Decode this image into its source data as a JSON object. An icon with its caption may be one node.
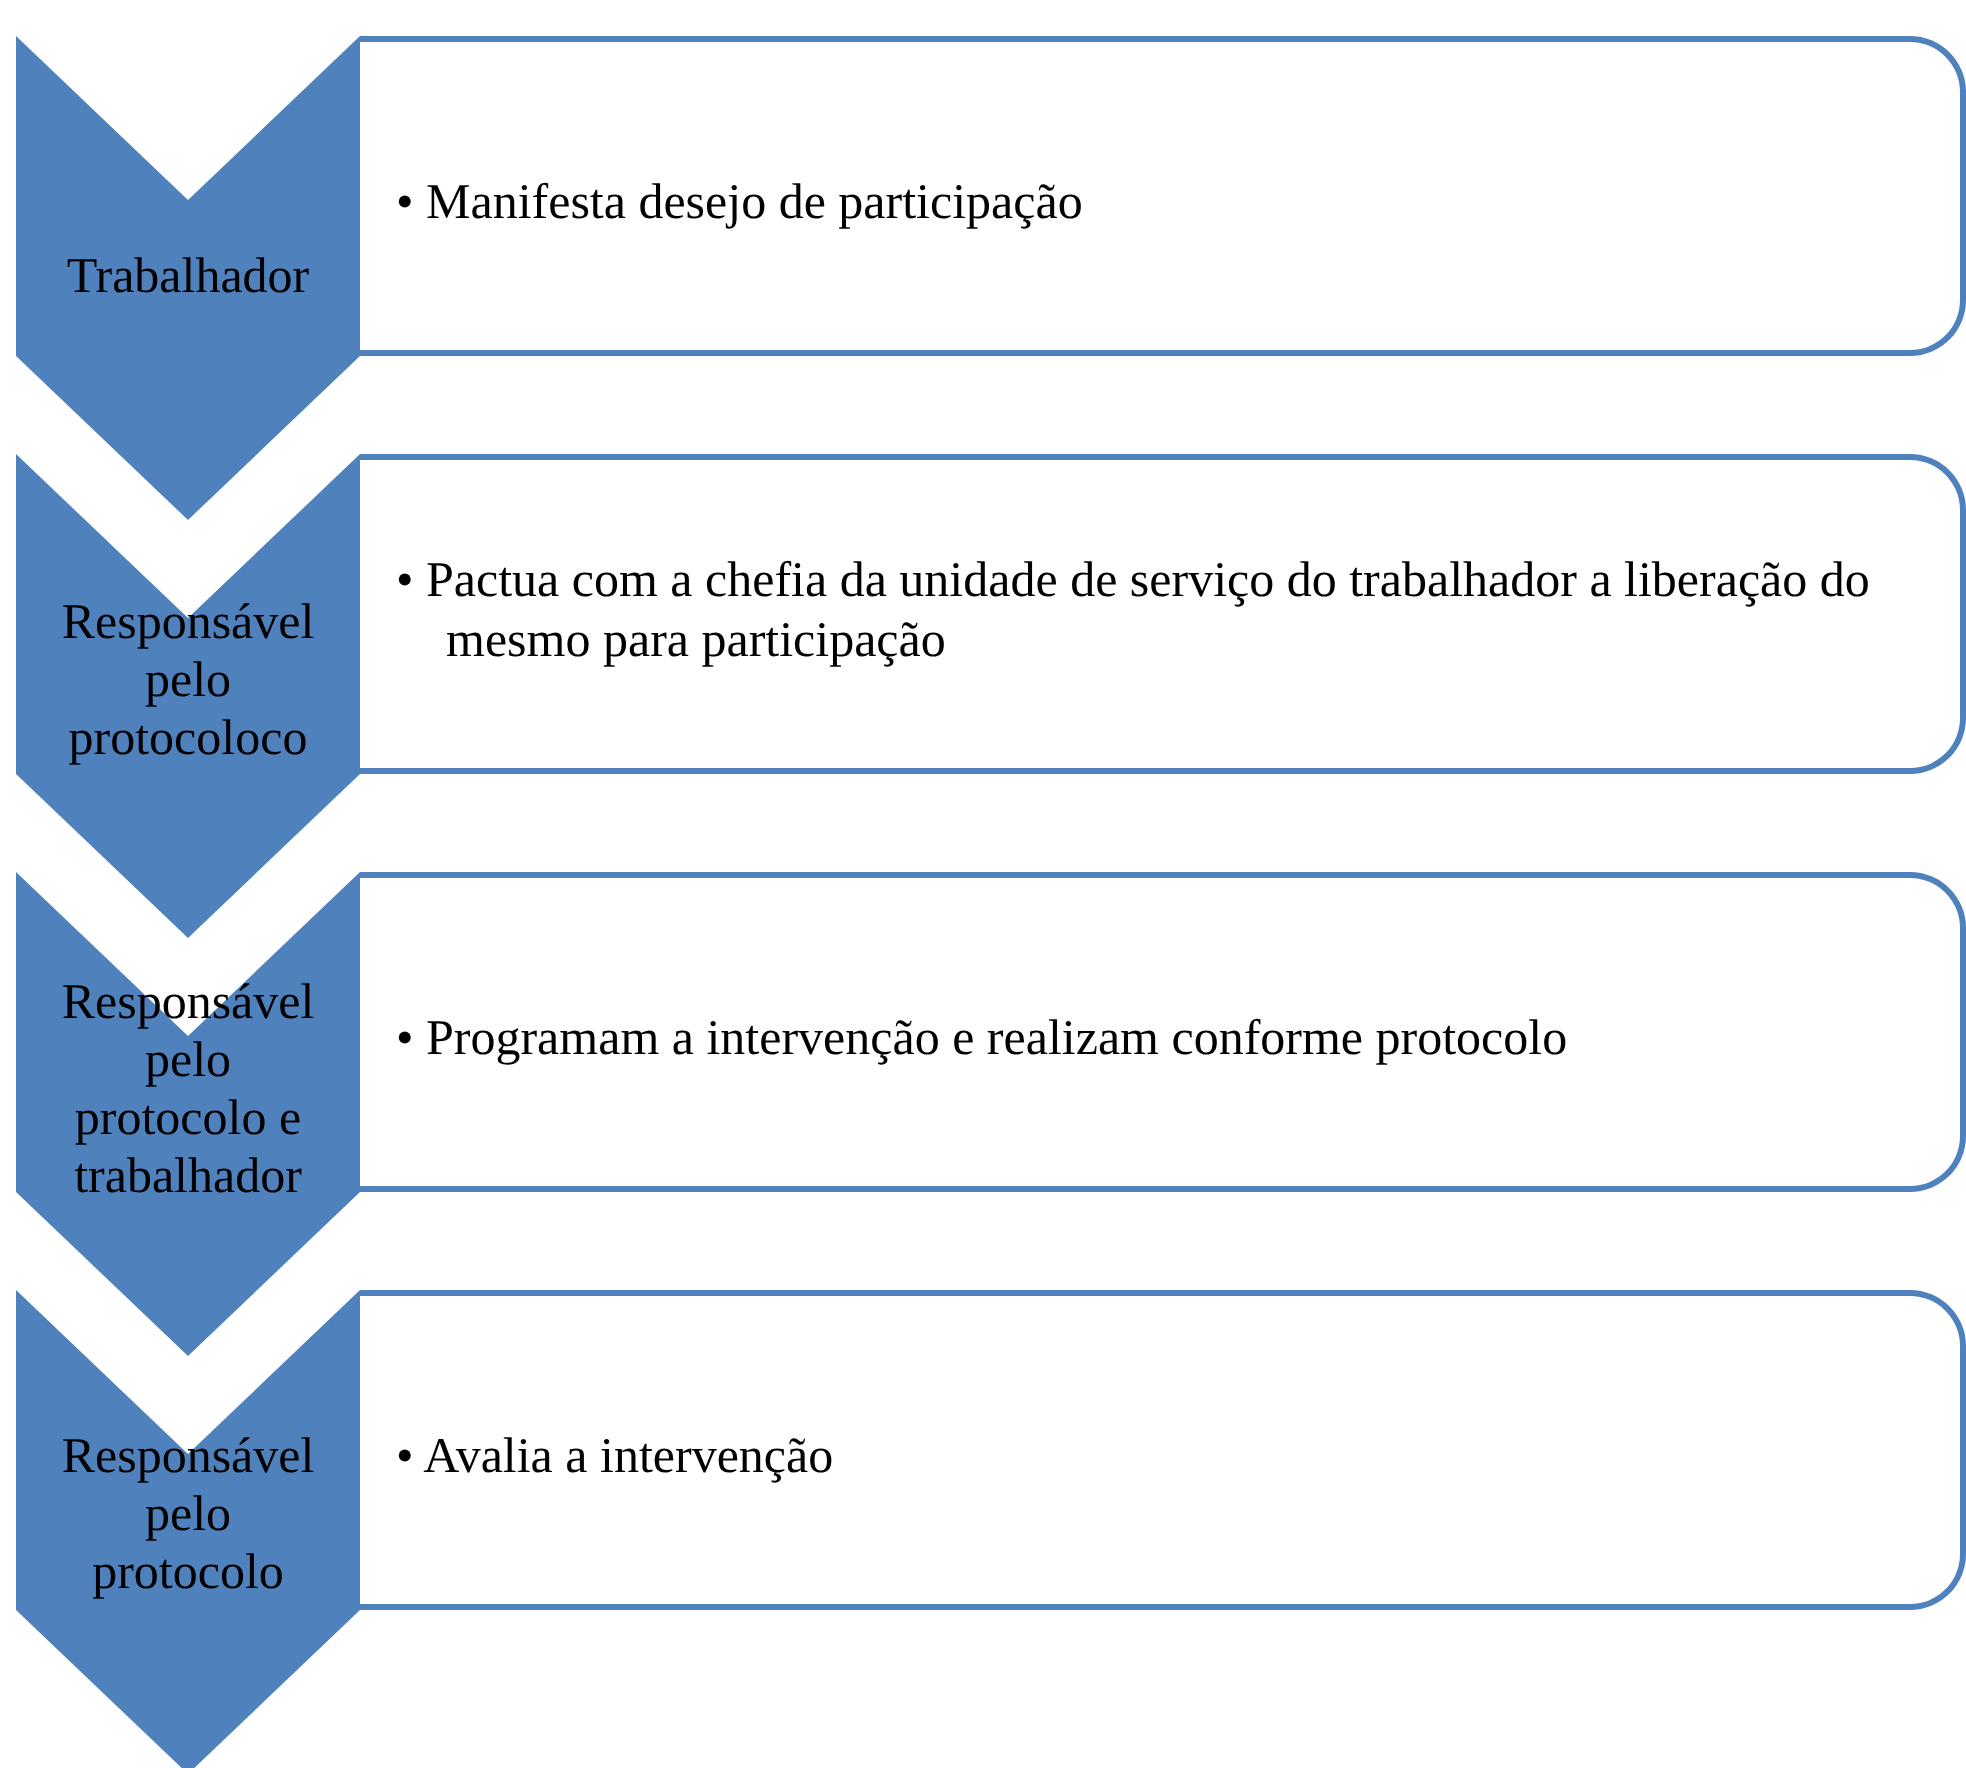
{
  "diagram": {
    "nodes": [
      {
        "text": [
          "Trabalhador"
        ]
      },
      {
        "text": [
          "• Manifesta desejo de participação"
        ]
      },
      {
        "text": [
          "Responsável pelo protocoloco"
        ]
      },
      {
        "text": [
          "• Pactua com a chefia da unidade de serviço do trabalhador a liberação do mesmo para participação"
        ]
      },
      {
        "text": [
          "Responsável pelo protocolo e trabalhador"
        ]
      },
      {
        "text": [
          "• Programam a intervenção e realizam conforme protocolo"
        ]
      },
      {
        "text": [
          "Responsável pelo protocolo"
        ]
      },
      {
        "text": [
          "• Avalia a intervenção"
        ]
      }
    ]
  }
}
